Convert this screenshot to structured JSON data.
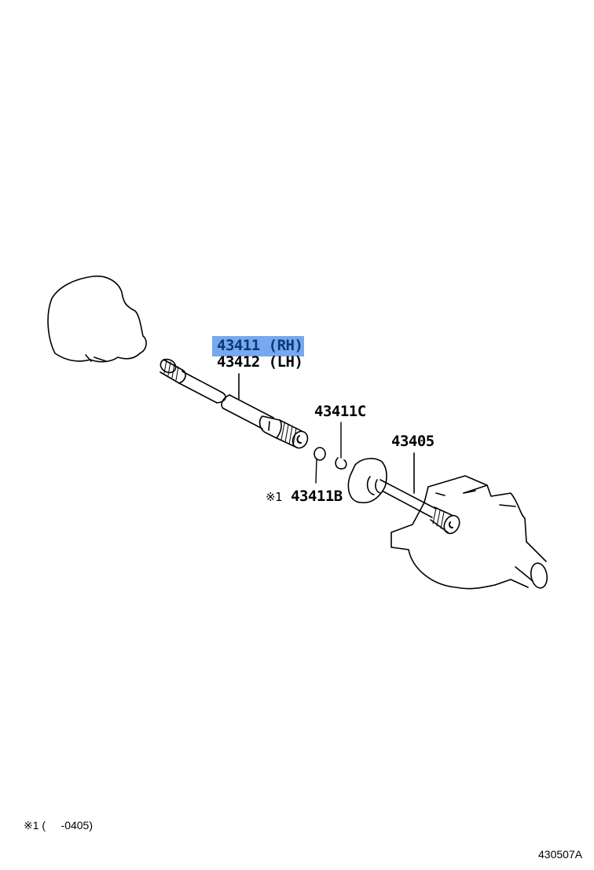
{
  "diagram": {
    "type": "exploded parts diagram",
    "subject": "drive shaft / differential parts",
    "parts": [
      {
        "id": "part-43411",
        "label": "43411 (RH)",
        "highlighted": true
      },
      {
        "id": "part-43412",
        "label": "43412 (LH)",
        "highlighted": false
      },
      {
        "id": "part-43411C",
        "label": "43411C",
        "highlighted": false
      },
      {
        "id": "part-43411B",
        "label": "43411B",
        "marker": "※1",
        "highlighted": false
      },
      {
        "id": "part-43405",
        "label": "43405",
        "highlighted": false
      }
    ],
    "footnote": {
      "marker": "※1",
      "text": "(     -0405)"
    },
    "reference_code": "430507A",
    "colors": {
      "highlight": "#78a8ef",
      "highlight_text": "#0a3978",
      "line": "#000000",
      "background": "#ffffff"
    }
  }
}
